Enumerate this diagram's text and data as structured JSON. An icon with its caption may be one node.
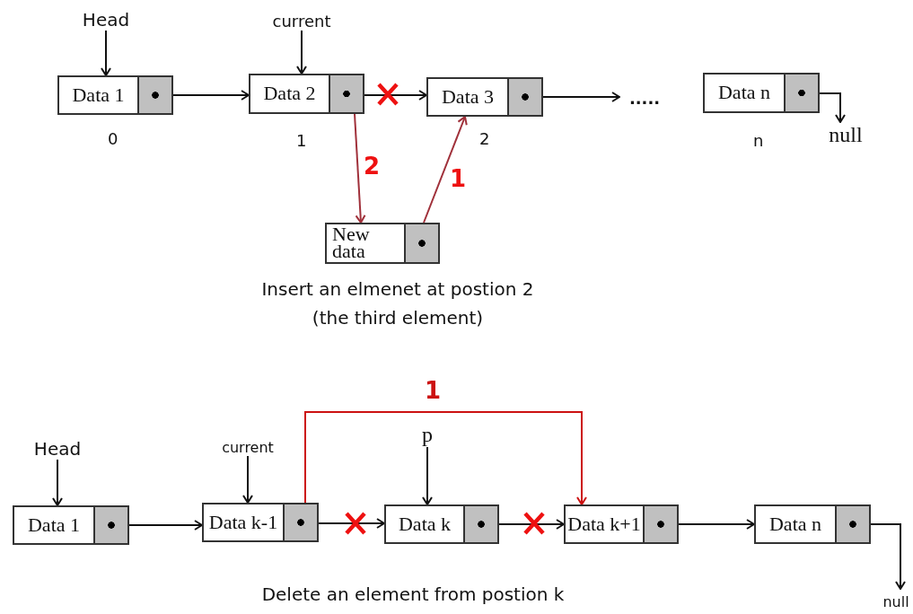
{
  "diagram": {
    "nodes": [
      {
        "text": [
          "Head"
        ]
      },
      {
        "text": [
          "current"
        ]
      },
      {
        "text": [
          "Data 1"
        ],
        "beside": [
          "0"
        ]
      },
      {
        "text": [
          "Data 2"
        ],
        "beside": [
          "1"
        ]
      },
      {
        "text": [
          "Data 3"
        ],
        "beside": [
          "2"
        ]
      },
      {
        "text": [
          "....."
        ]
      },
      {
        "text": [
          "Data n"
        ],
        "beside": [
          "n"
        ]
      },
      {
        "text": [
          "null"
        ]
      },
      {
        "text": [
          "New data"
        ]
      },
      {
        "text": [
          "Head"
        ]
      },
      {
        "text": [
          "current"
        ]
      },
      {
        "text": [
          "p"
        ]
      },
      {
        "text": [
          "Data 1"
        ]
      },
      {
        "text": [
          "Data k-1"
        ]
      },
      {
        "text": [
          "Data k"
        ]
      },
      {
        "text": [
          "Data k+1"
        ]
      },
      {
        "text": [
          "Data n"
        ]
      },
      {
        "text": [
          "null"
        ]
      }
    ],
    "edges": [
      {
        "from": 0,
        "to": 2,
        "arrow": "to"
      },
      {
        "from": 1,
        "to": 3,
        "arrow": "to"
      },
      {
        "from": 2,
        "to": 3,
        "arrow": "to"
      },
      {
        "from": 3,
        "to": 4,
        "arrow": "to"
      },
      {
        "from": 4,
        "to": 5,
        "arrow": "to"
      },
      {
        "from": 6,
        "to": 7,
        "arrow": "to"
      },
      {
        "from": 3,
        "to": 8,
        "arrow": "to",
        "label": "2",
        "color": "#a0303a"
      },
      {
        "from": 8,
        "to": 4,
        "arrow": "to",
        "label": "1",
        "color": "#a0303a"
      },
      {
        "from": 9,
        "to": 12,
        "arrow": "to"
      },
      {
        "from": 10,
        "to": 13,
        "arrow": "to"
      },
      {
        "from": 11,
        "to": 14,
        "arrow": "to"
      },
      {
        "from": 12,
        "to": 13,
        "arrow": "to"
      },
      {
        "from": 13,
        "to": 14,
        "arrow": "to"
      },
      {
        "from": 14,
        "to": 15,
        "arrow": "to"
      },
      {
        "from": 15,
        "to": 16,
        "arrow": "to"
      },
      {
        "from": 16,
        "to": 17,
        "arrow": "to"
      },
      {
        "from": 13,
        "to": 15,
        "arrow": "to",
        "label": "1",
        "color": "#cc1111"
      }
    ],
    "labels": [
      "Insert an elmenet at postion 2 (the third element)",
      "Delete an element from postion k"
    ]
  }
}
